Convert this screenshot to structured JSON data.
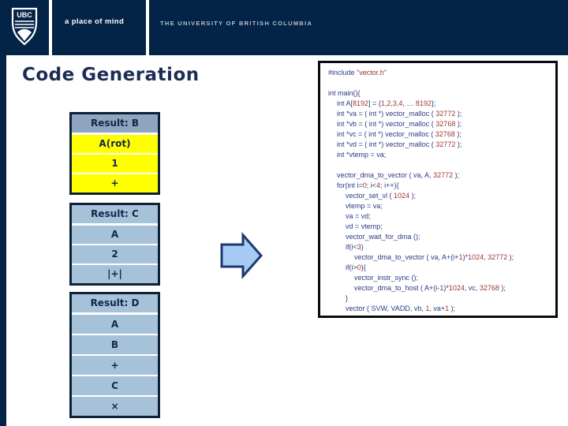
{
  "header": {
    "logo_text": "UBC",
    "brand_tagline": "a place of mind",
    "university_name": "THE UNIVERSITY OF BRITISH COLUMBIA"
  },
  "slide": {
    "title": "Code Generation"
  },
  "stacks": [
    {
      "id": "B",
      "header": "Result: B",
      "style": "yellow",
      "cells": [
        "A(rot)",
        "1",
        "+"
      ]
    },
    {
      "id": "C",
      "header": "Result: C",
      "style": "blue",
      "cells": [
        "A",
        "2",
        "|+|"
      ]
    },
    {
      "id": "D",
      "header": "Result: D",
      "style": "blue",
      "cells": [
        "A",
        "B",
        "+",
        "C",
        "×"
      ]
    }
  ],
  "arrow_icon": "right-block-arrow",
  "code": {
    "lines": [
      {
        "indent": 0,
        "segments": [
          {
            "t": "#include ",
            "c": "k"
          },
          {
            "t": "\"vector.h\"",
            "c": "n"
          }
        ]
      },
      {
        "indent": 0,
        "segments": []
      },
      {
        "indent": 0,
        "segments": [
          {
            "t": "int main(){",
            "c": "k"
          }
        ]
      },
      {
        "indent": 1,
        "segments": [
          {
            "t": "int A[",
            "c": "k"
          },
          {
            "t": "8192",
            "c": "n"
          },
          {
            "t": "] = {",
            "c": "k"
          },
          {
            "t": "1,2,3,4",
            "c": "n"
          },
          {
            "t": ", … ",
            "c": "k"
          },
          {
            "t": "8192",
            "c": "n"
          },
          {
            "t": "};",
            "c": "k"
          }
        ]
      },
      {
        "indent": 1,
        "segments": [
          {
            "t": "int *va = ( int *) vector_malloc ( ",
            "c": "k"
          },
          {
            "t": "32772",
            "c": "n"
          },
          {
            "t": " );",
            "c": "k"
          }
        ]
      },
      {
        "indent": 1,
        "segments": [
          {
            "t": "int *vb = ( int *) vector_malloc ( ",
            "c": "k"
          },
          {
            "t": "32768",
            "c": "n"
          },
          {
            "t": " );",
            "c": "k"
          }
        ]
      },
      {
        "indent": 1,
        "segments": [
          {
            "t": "int *vc = ( int *) vector_malloc ( ",
            "c": "k"
          },
          {
            "t": "32768",
            "c": "n"
          },
          {
            "t": " );",
            "c": "k"
          }
        ]
      },
      {
        "indent": 1,
        "segments": [
          {
            "t": "int *vd = ( int *) vector_malloc ( ",
            "c": "k"
          },
          {
            "t": "32772",
            "c": "n"
          },
          {
            "t": " );",
            "c": "k"
          }
        ]
      },
      {
        "indent": 1,
        "segments": [
          {
            "t": "int *vtemp = va;",
            "c": "k"
          }
        ]
      },
      {
        "indent": 0,
        "segments": []
      },
      {
        "indent": 1,
        "segments": [
          {
            "t": "vector_dma_to_vector ( va, A, ",
            "c": "k"
          },
          {
            "t": "32772",
            "c": "n"
          },
          {
            "t": " );",
            "c": "k"
          }
        ]
      },
      {
        "indent": 1,
        "segments": [
          {
            "t": "for(int i=",
            "c": "k"
          },
          {
            "t": "0",
            "c": "n"
          },
          {
            "t": "; i<",
            "c": "k"
          },
          {
            "t": "4",
            "c": "n"
          },
          {
            "t": "; i++){",
            "c": "k"
          }
        ]
      },
      {
        "indent": 2,
        "segments": [
          {
            "t": "vector_set_vl ( ",
            "c": "k"
          },
          {
            "t": "1024",
            "c": "n"
          },
          {
            "t": " );",
            "c": "k"
          }
        ]
      },
      {
        "indent": 2,
        "segments": [
          {
            "t": "vtemp = va;",
            "c": "k"
          }
        ]
      },
      {
        "indent": 2,
        "segments": [
          {
            "t": "va = vd;",
            "c": "k"
          }
        ]
      },
      {
        "indent": 2,
        "segments": [
          {
            "t": "vd = vtemp;",
            "c": "k"
          }
        ]
      },
      {
        "indent": 2,
        "segments": [
          {
            "t": "vector_wait_for_dma ();",
            "c": "k"
          }
        ]
      },
      {
        "indent": 2,
        "segments": [
          {
            "t": "if(i<",
            "c": "k"
          },
          {
            "t": "3",
            "c": "n"
          },
          {
            "t": ")",
            "c": "k"
          }
        ]
      },
      {
        "indent": 3,
        "segments": [
          {
            "t": "vector_dma_to_vector ( va, A+(i+",
            "c": "k"
          },
          {
            "t": "1",
            "c": "n"
          },
          {
            "t": ")*",
            "c": "k"
          },
          {
            "t": "1024",
            "c": "n"
          },
          {
            "t": ", ",
            "c": "k"
          },
          {
            "t": "32772",
            "c": "n"
          },
          {
            "t": " );",
            "c": "k"
          }
        ]
      },
      {
        "indent": 2,
        "segments": [
          {
            "t": "if(i>",
            "c": "k"
          },
          {
            "t": "0",
            "c": "n"
          },
          {
            "t": "){",
            "c": "k"
          }
        ]
      },
      {
        "indent": 3,
        "segments": [
          {
            "t": "vector_instr_sync ();",
            "c": "k"
          }
        ]
      },
      {
        "indent": 3,
        "segments": [
          {
            "t": "vector_dma_to_host ( A+(i-",
            "c": "k"
          },
          {
            "t": "1",
            "c": "n"
          },
          {
            "t": ")*",
            "c": "k"
          },
          {
            "t": "1024",
            "c": "n"
          },
          {
            "t": ", vc, ",
            "c": "k"
          },
          {
            "t": "32768",
            "c": "n"
          },
          {
            "t": " );",
            "c": "k"
          }
        ]
      },
      {
        "indent": 2,
        "segments": [
          {
            "t": "}",
            "c": "k"
          }
        ]
      },
      {
        "indent": 2,
        "segments": [
          {
            "t": "vector ( SVW, VADD, vb, ",
            "c": "k"
          },
          {
            "t": "1",
            "c": "n"
          },
          {
            "t": ", va+",
            "c": "k"
          },
          {
            "t": "1",
            "c": "n"
          },
          {
            "t": " );",
            "c": "k"
          }
        ]
      }
    ]
  },
  "colors": {
    "navy_header": "#032347",
    "title_navy": "#1b2d55",
    "stack_border": "#0f2038",
    "stack_header_slate": "#8fa6c1",
    "cell_yellow": "#ffff00",
    "cell_blue": "#a6c2d9",
    "code_text": "#2c3a85",
    "code_number": "#9d3533",
    "arrow_fill": "#a7cbf4",
    "arrow_stroke": "#1c3a6e"
  }
}
